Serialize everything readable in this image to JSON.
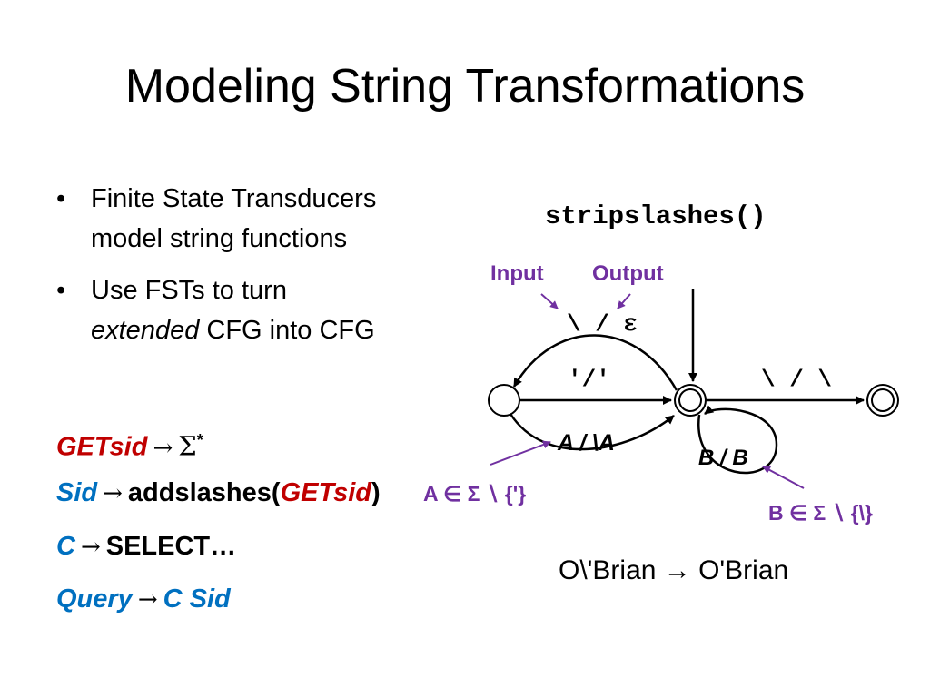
{
  "title": "Modeling String Transformations",
  "bullets": {
    "b1_line1": "Finite State Transducers",
    "b1_line2": "model string functions",
    "b2_line1": "Use FSTs to turn",
    "b2_extended": "extended",
    "b2_rest": " CFG into CFG",
    "marker": "•"
  },
  "grammar": {
    "r1_lhs": "GETsid",
    "r1_sigma": "Σ",
    "r1_star": "*",
    "r2_lhs": "Sid",
    "r2_fn_open": "addslashes(",
    "r2_arg": "GETsid",
    "r2_fn_close": ")",
    "r3_lhs": "C",
    "r3_rhs": "SELECT…",
    "r4_lhs": "Query",
    "r4_rhs": "C Sid",
    "arrow_symbol": "→"
  },
  "diagram": {
    "function_name": "stripslashes()",
    "input_label": "Input",
    "output_label": "Output",
    "loop_label": "\\ / ε",
    "quote_label": "'/'",
    "slash_label": "\\ / \\",
    "a_label": "A / \\A",
    "b_label": "B / B",
    "a_constraint": "A ∈ Σ ∖ {'}",
    "b_constraint": "B ∈ Σ ∖ {\\}",
    "colors": {
      "purple": "#7030a0",
      "red": "#c00000",
      "blue": "#0070c0"
    }
  },
  "example": "O\\'Brian → O'Brian"
}
